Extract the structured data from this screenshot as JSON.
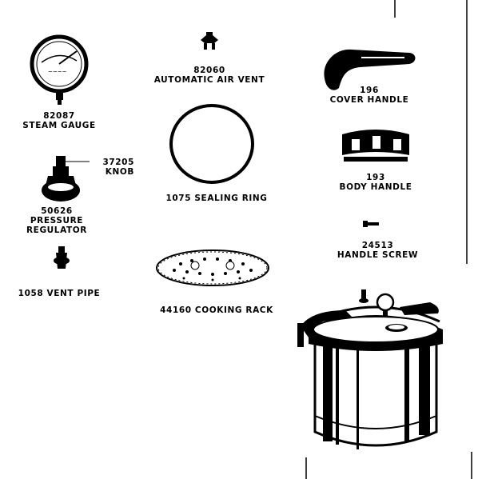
{
  "parts": {
    "steam_gauge": {
      "number": "82087",
      "name": "STEAM GAUGE"
    },
    "air_vent": {
      "number": "82060",
      "name": "AUTOMATIC AIR VENT"
    },
    "cover_handle": {
      "number": "196",
      "name": "COVER HANDLE"
    },
    "knob": {
      "number": "37205",
      "name": "KNOB"
    },
    "regulator": {
      "number": "50626",
      "name_line1": "PRESSURE",
      "name_line2": "REGULATOR"
    },
    "sealing_ring": {
      "label": "1075 SEALING RING"
    },
    "body_handle": {
      "number": "193",
      "name": "BODY HANDLE"
    },
    "vent_pipe": {
      "label": "1058 VENT PIPE"
    },
    "cooking_rack": {
      "label": "44160 COOKING RACK"
    },
    "handle_screw": {
      "number": "24513",
      "name": "HANDLE SCREW"
    }
  }
}
